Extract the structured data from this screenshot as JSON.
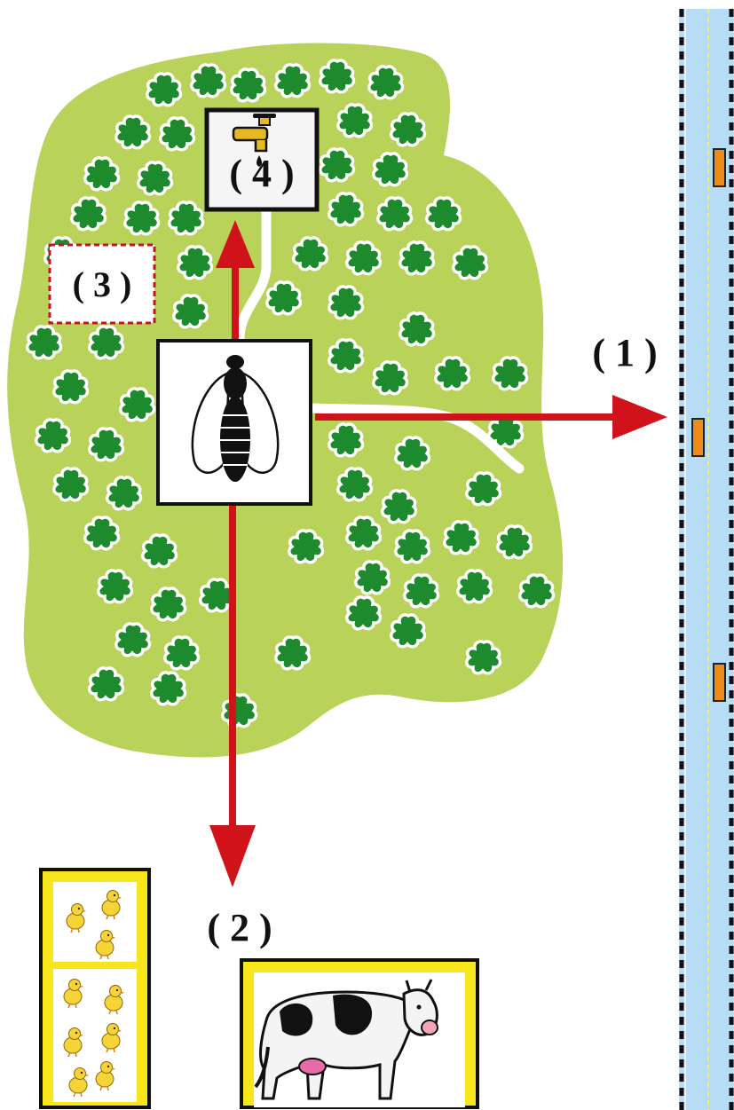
{
  "labels": {
    "road": "( 1 )",
    "farm": "( 2 )",
    "gap": "( 3 )",
    "water": "( 4 )"
  },
  "icons": {
    "insect": "insect-icon",
    "faucet": "faucet-icon",
    "chicks": "chicks-icon",
    "cow": "cow-icon",
    "bush": "bush-icon",
    "car": "car-icon"
  },
  "colors": {
    "field": "#b9d35a",
    "bush": "#1e8a2e",
    "arrow": "#d0121b",
    "road": "#b7dcf5",
    "road_center_line": "#f5ef6a",
    "farm_frame": "#f7e61c",
    "gap_border": "#c8102e",
    "car": "#f08a18"
  }
}
